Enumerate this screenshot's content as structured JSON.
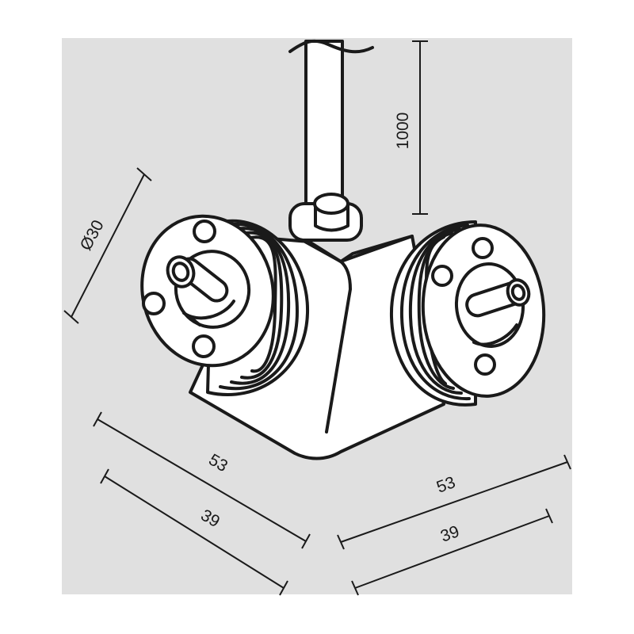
{
  "colors": {
    "panel": "#e0e0e0",
    "line": "#1a1a1a",
    "fill": "#ffffff"
  },
  "dimensions": {
    "cable_length": "1000",
    "diameter": "Ø30",
    "left_outer": "53",
    "left_inner": "39",
    "right_outer": "53",
    "right_inner": "39"
  }
}
